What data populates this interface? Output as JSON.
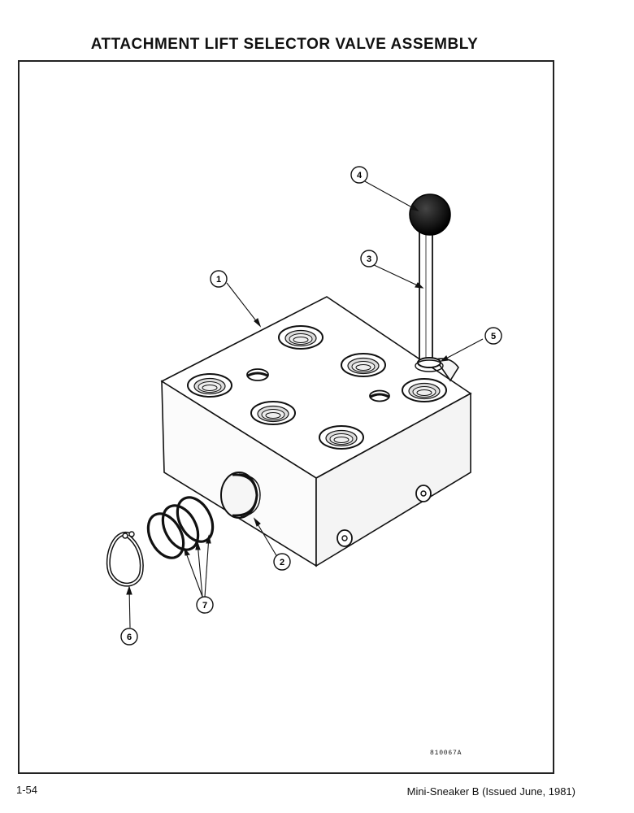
{
  "title": "ATTACHMENT LIFT SELECTOR VALVE ASSEMBLY",
  "drawing_number": "810067A",
  "footer": {
    "page_number": "1-54",
    "publication": "Mini-Sneaker B (Issued June, 1981)"
  },
  "callouts": [
    {
      "id": "callout-1",
      "label": "1"
    },
    {
      "id": "callout-2",
      "label": "2"
    },
    {
      "id": "callout-3",
      "label": "3"
    },
    {
      "id": "callout-4",
      "label": "4"
    },
    {
      "id": "callout-5",
      "label": "5"
    },
    {
      "id": "callout-6",
      "label": "6"
    },
    {
      "id": "callout-7",
      "label": "7"
    }
  ]
}
